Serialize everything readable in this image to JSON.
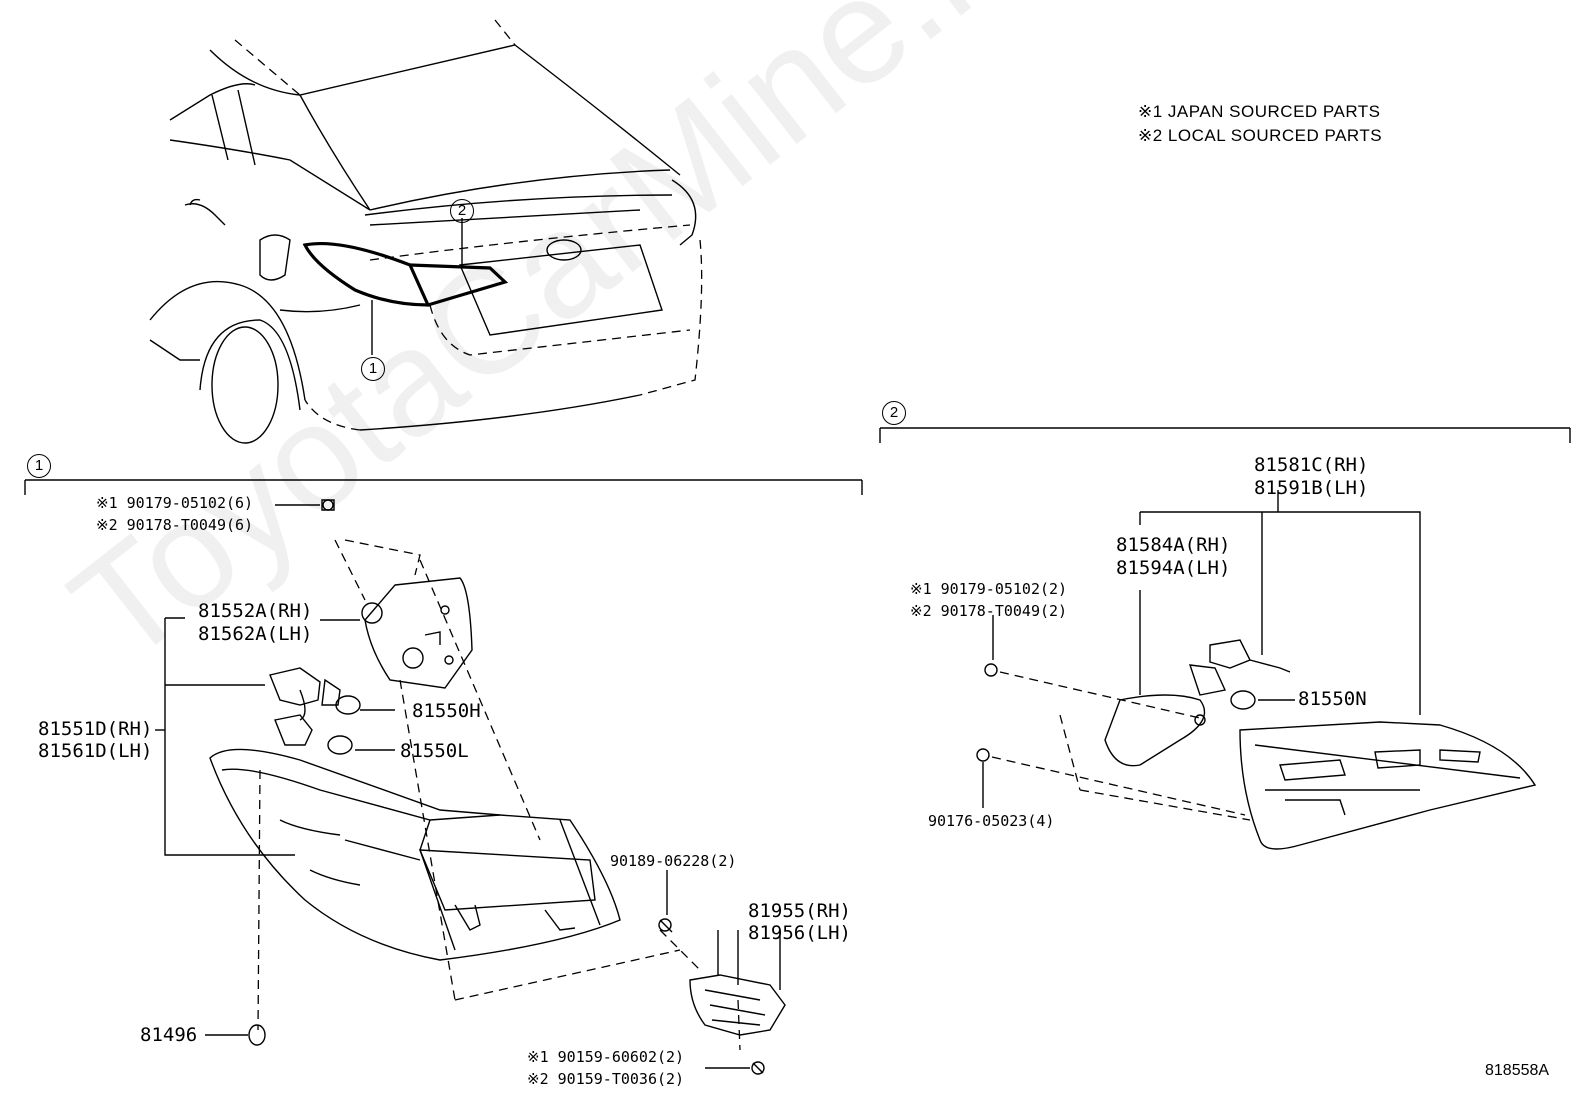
{
  "notes": {
    "japan": "※1 JAPAN SOURCED PARTS",
    "local": "※2 LOCAL SOURCED PARTS"
  },
  "callouts": {
    "one": "1",
    "two": "2"
  },
  "section1": {
    "screw_a1": "※1 90179-05102(6)",
    "screw_a2": "※2 90178-T0049(6)",
    "socket_rh": "81552A(RH)",
    "socket_lh": "81562A(LH)",
    "lamp_rh": "81551D(RH)",
    "lamp_lh": "81561D(LH)",
    "bulb_h": "81550H",
    "bulb_l": "81550L",
    "clip": "81496",
    "screw_b": "90189-06228(2)",
    "bracket_rh": "81955(RH)",
    "bracket_lh": "81956(LH)",
    "bolt_1": "※1 90159-60602(2)",
    "bolt_2": "※2 90159-T0036(2)"
  },
  "section2": {
    "lamp_rh": "81581C(RH)",
    "lamp_lh": "81591B(LH)",
    "socket_rh": "81584A(RH)",
    "socket_lh": "81594A(LH)",
    "screw_a1": "※1 90179-05102(2)",
    "screw_a2": "※2 90178-T0049(2)",
    "bulb_n": "81550N",
    "screw_c": "90176-05023(4)"
  },
  "ref_code": "818558A",
  "watermark": "ToyotaCarMine.ru"
}
